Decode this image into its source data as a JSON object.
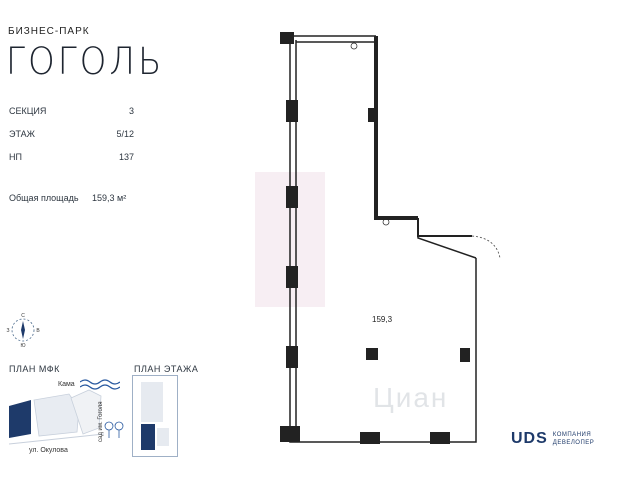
{
  "brand": {
    "subtitle": "БИЗНЕС-ПАРК",
    "title": "ГОГОЛЬ"
  },
  "info": [
    {
      "label": "СЕКЦИЯ",
      "value": "3"
    },
    {
      "label": "ЭТАЖ",
      "value": "5/12"
    },
    {
      "label": "НП",
      "value": "137"
    }
  ],
  "area": {
    "label": "Общая площадь",
    "value": "159,3 м²"
  },
  "compass": {
    "n": "С",
    "w": "З",
    "e": "В",
    "s": "Ю"
  },
  "plans": {
    "mfk_label": "ПЛАН МФК",
    "floor_label": "ПЛАН ЭТАЖА",
    "river": "Кама",
    "street": "ул. Окулова",
    "garden": "сад им. Гоголя"
  },
  "room": {
    "area": "159,3"
  },
  "watermark": "Циан",
  "company": {
    "mark": "UDS",
    "line1": "КОМПАНИЯ",
    "line2": "ДЕВЕЛОПЕР",
    "color": "#1e3a6a"
  }
}
